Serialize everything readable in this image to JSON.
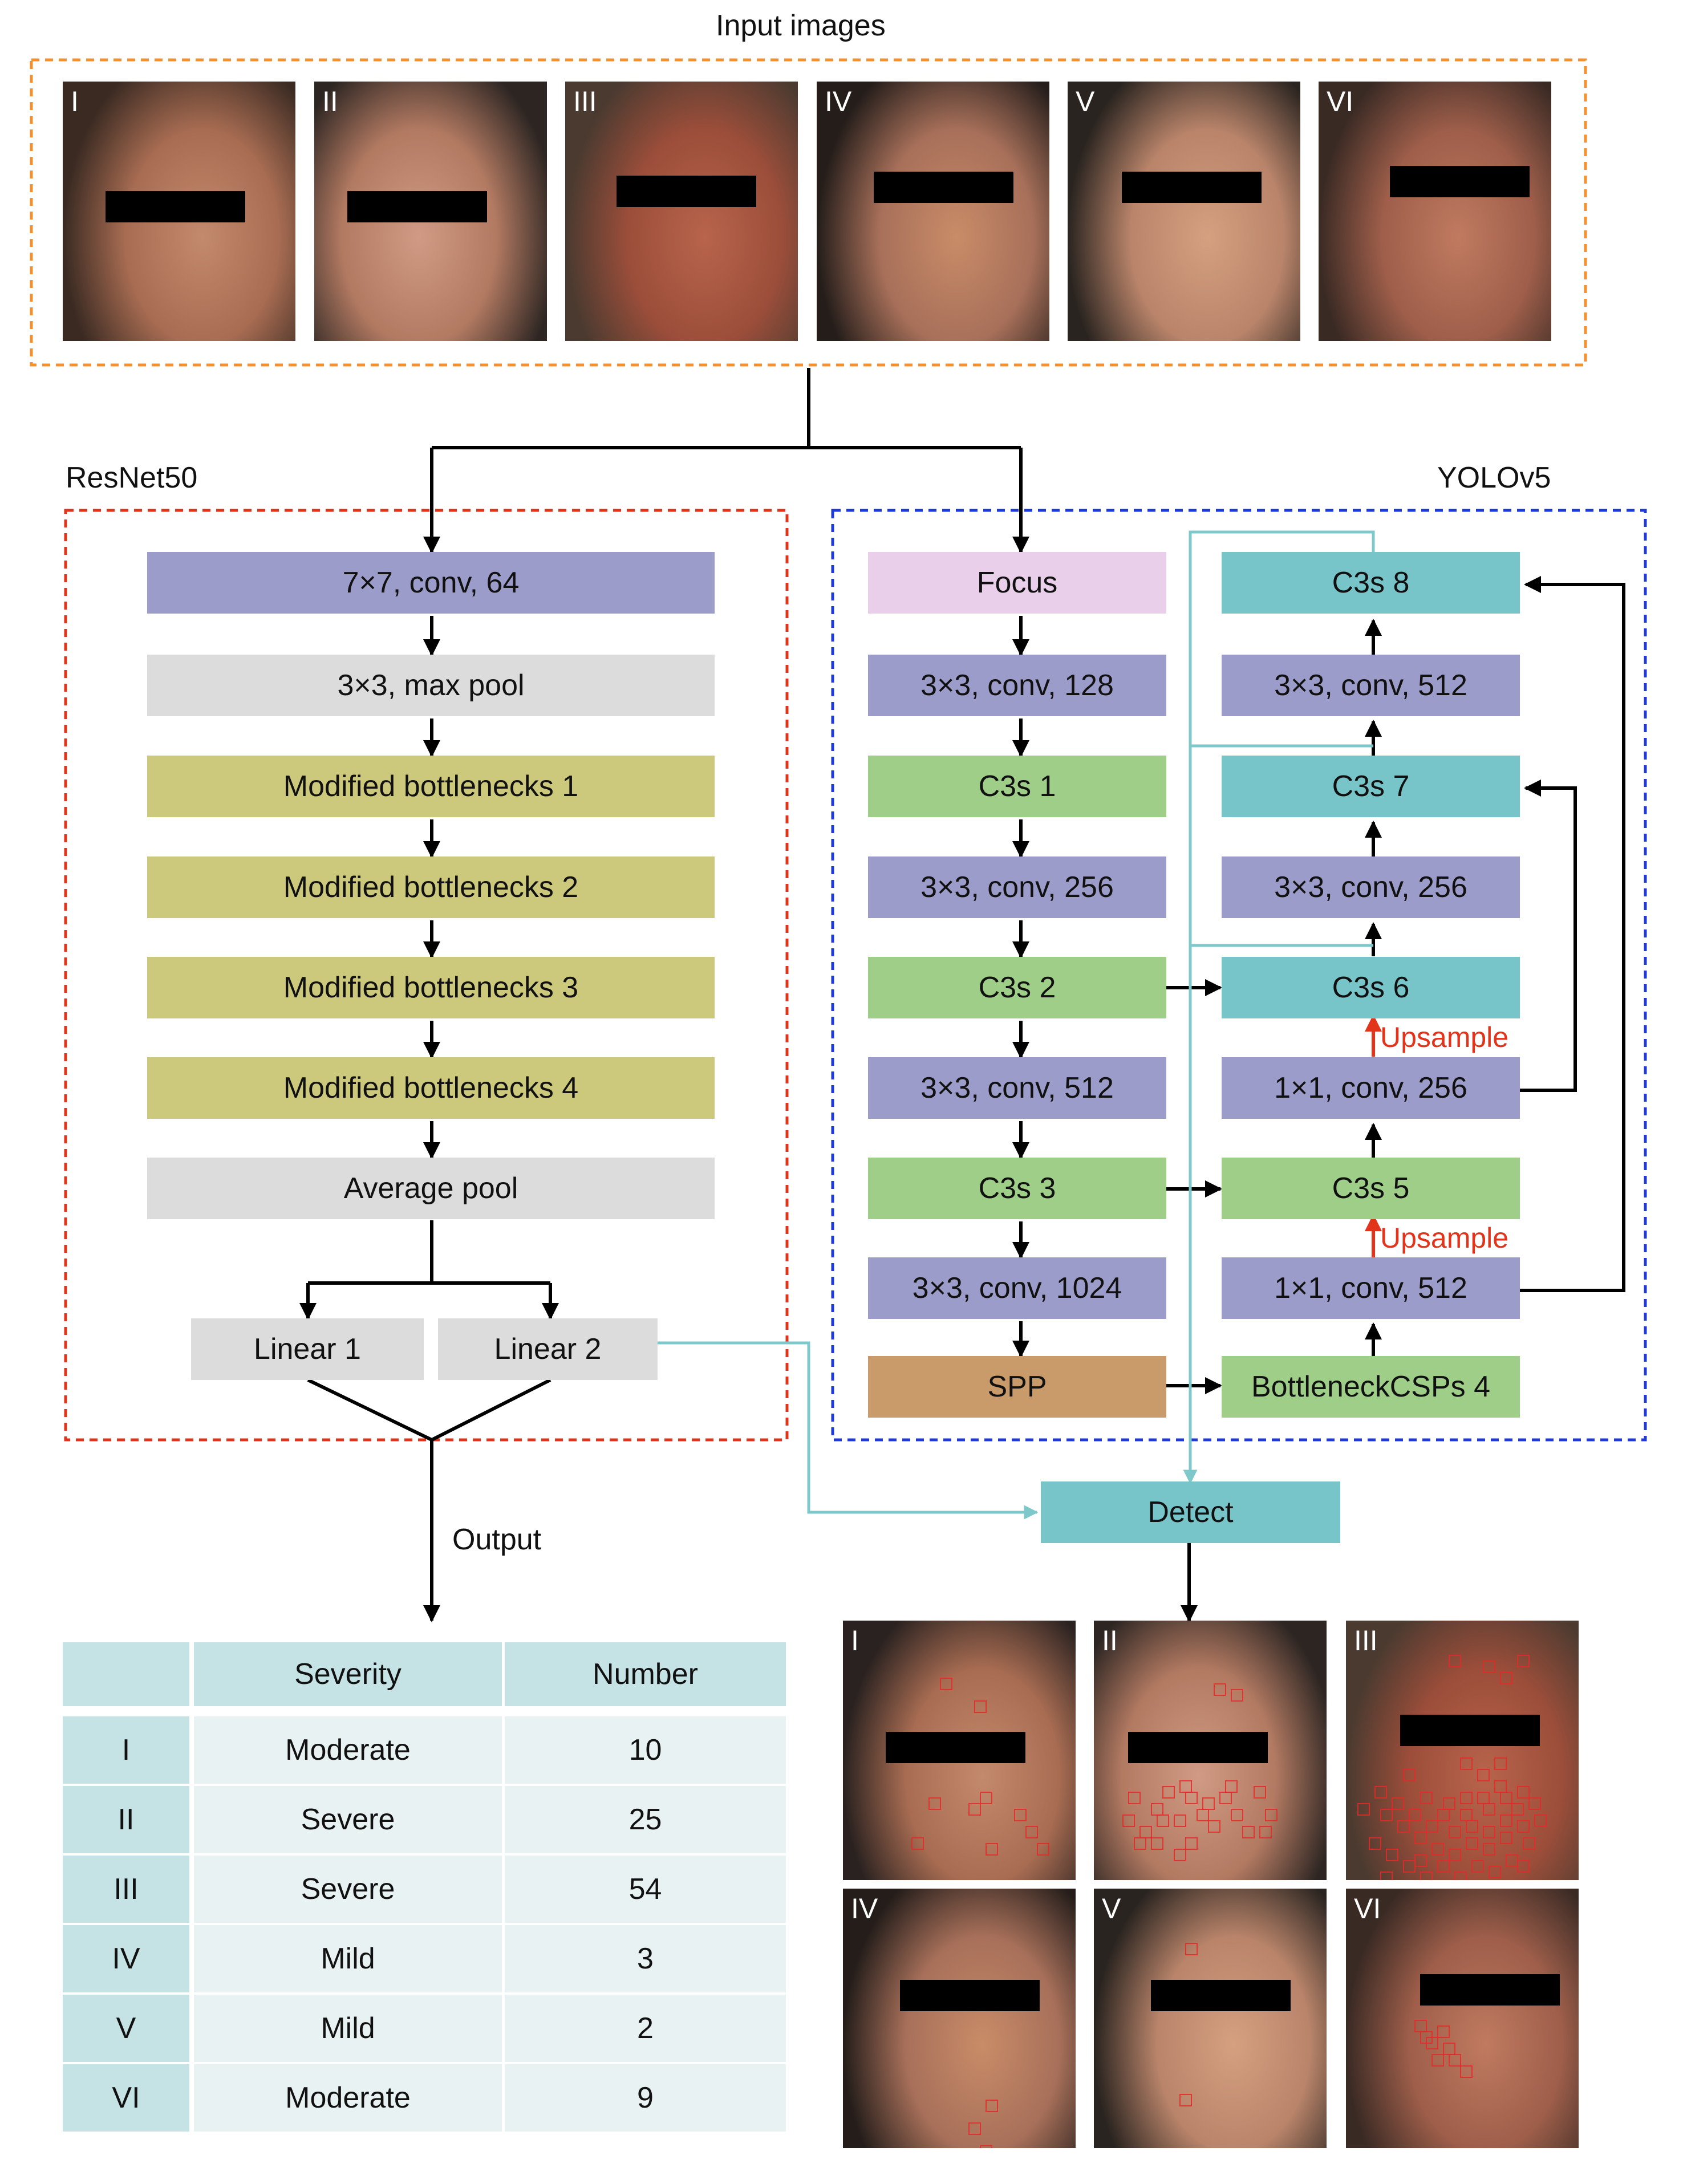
{
  "input": {
    "title": "Input images",
    "images": [
      {
        "id": "I"
      },
      {
        "id": "II"
      },
      {
        "id": "III"
      },
      {
        "id": "IV"
      },
      {
        "id": "V"
      },
      {
        "id": "VI"
      }
    ]
  },
  "resnet": {
    "title": "ResNet50",
    "blocks": [
      "7×7, conv, 64",
      "3×3, max pool",
      "Modified bottlenecks 1",
      "Modified bottlenecks 2",
      "Modified bottlenecks 3",
      "Modified bottlenecks 4",
      "Average pool"
    ],
    "linear1": "Linear 1",
    "linear2": "Linear 2"
  },
  "yolo": {
    "title": "YOLOv5",
    "left_column": [
      "Focus",
      "3×3, conv, 128",
      "C3s 1",
      "3×3, conv, 256",
      "C3s 2",
      "3×3, conv, 512",
      "C3s 3",
      "3×3, conv, 1024",
      "SPP"
    ],
    "right_column": [
      "C3s 8",
      "3×3, conv, 512",
      "C3s 7",
      "3×3, conv, 256",
      "C3s 6",
      "1×1, conv, 256",
      "C3s 5",
      "1×1, conv, 512",
      "BottleneckCSPs 4"
    ],
    "upsample_label": "Upsample",
    "detect": "Detect"
  },
  "output_label": "Output",
  "table": {
    "headers": [
      "",
      "Severity",
      "Number"
    ],
    "rows": [
      {
        "id": "I",
        "severity": "Moderate",
        "number": "10"
      },
      {
        "id": "II",
        "severity": "Severe",
        "number": "25"
      },
      {
        "id": "III",
        "severity": "Severe",
        "number": "54"
      },
      {
        "id": "IV",
        "severity": "Mild",
        "number": "3"
      },
      {
        "id": "V",
        "severity": "Mild",
        "number": "2"
      },
      {
        "id": "VI",
        "severity": "Moderate",
        "number": "9"
      }
    ]
  },
  "detected": {
    "images": [
      {
        "id": "I"
      },
      {
        "id": "II"
      },
      {
        "id": "III"
      },
      {
        "id": "IV"
      },
      {
        "id": "V"
      },
      {
        "id": "VI"
      }
    ]
  },
  "colors": {
    "conv": "#9c9cca",
    "pool": "#dcdcdc",
    "bottleneck": "#cdc97c",
    "focus": "#e9cfe9",
    "c3s_green": "#9fce88",
    "c3s_teal": "#77c4c9",
    "spp": "#c99a6a",
    "orange_dash": "#f5902f",
    "red_dash": "#e2331b",
    "blue_dash": "#1f3ad6",
    "teal_line": "#7ec8cc",
    "upsample": "#e2331b",
    "table_header": "#c5e3e4",
    "table_row": "#e9f2f2"
  }
}
